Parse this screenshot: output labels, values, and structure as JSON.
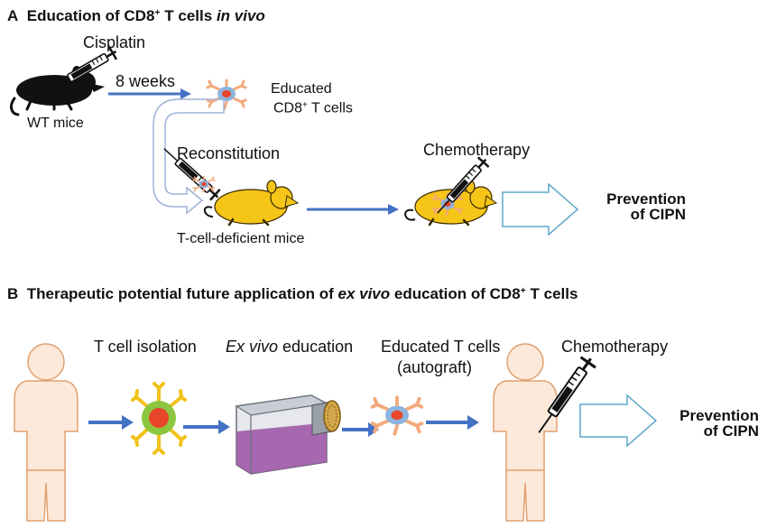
{
  "panel_a": {
    "letter": "A",
    "heading_prefix": "Education of CD8",
    "heading_sup": "+",
    "heading_mid": " T cells ",
    "heading_em": "in vivo",
    "drug": "Cisplatin",
    "mouse_label": "WT mice",
    "duration": "8 weeks",
    "educated_line1": "Educated",
    "educated_line2_prefix": "CD8",
    "educated_line2_sup": "+",
    "educated_line2_suffix": " T cells",
    "reconstitution": "Reconstitution",
    "deficient_label": "T-cell-deficient mice",
    "chemo": "Chemotherapy",
    "prevention_line1": "Prevention",
    "prevention_line2": "of CIPN"
  },
  "panel_b": {
    "letter": "B",
    "heading_prefix": "Therapeutic potential future application of ",
    "heading_em": "ex vivo",
    "heading_mid": " education of CD8",
    "heading_sup": "+",
    "heading_suffix": " T cells",
    "isolation": "T cell isolation",
    "exvivo_em": "Ex vivo",
    "exvivo_rest": " education",
    "educated_line1": "Educated T cells",
    "educated_line2": "(autograft)",
    "chemo": "Chemotherapy",
    "prevention_line1": "Prevention",
    "prevention_line2": "of CIPN"
  },
  "colors": {
    "arrow_blue": "#4472c4",
    "outline_arrow": "#5ea8c8",
    "mouse_black": "#111111",
    "mouse_yellow": "#f5c518",
    "cell_orange": "#f4a97a",
    "cell_blue": "#8cb4de",
    "cell_nucleus": "#e8462a",
    "cell_yellow": "#f2c21a",
    "cell_green": "#8cc63f",
    "human_fill": "#fde9d9",
    "human_stroke": "#e0a070",
    "flask_purple": "#a05aa8",
    "flask_gray": "#9aa0a8"
  }
}
